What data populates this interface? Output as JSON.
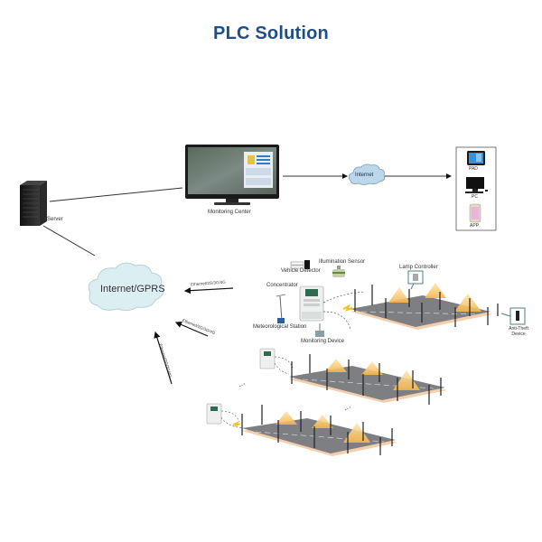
{
  "title": "PLC Solution",
  "nodes": {
    "server": {
      "label": "Server",
      "icon": "server-rack-icon"
    },
    "monitoring_center": {
      "label": "Monitoring Center",
      "icon": "monitor-icon"
    },
    "internet": {
      "label": "Internet",
      "icon": "cloud-icon"
    },
    "internet_gprs": {
      "label": "Internet/GPRS",
      "icon": "cloud-icon"
    },
    "clients": {
      "items": [
        {
          "label": "PAD",
          "icon": "tablet-icon"
        },
        {
          "label": "PC",
          "icon": "desktop-pc-icon"
        },
        {
          "label": "APP",
          "icon": "smartphone-icon"
        }
      ]
    },
    "concentrator": {
      "label": "Concentrator"
    },
    "vehicle_detector": {
      "label": "Vehicle Detector"
    },
    "illumination_sensor": {
      "label": "Illumination Sensor"
    },
    "meteorological_station": {
      "label": "Meteorological Station"
    },
    "monitoring_device": {
      "label": "Monitoring Device"
    },
    "lamp_controller": {
      "label": "Lamp Controller"
    },
    "anti_theft_device": {
      "label": "Anti-Theft Device",
      "line1": "Anti-Theft",
      "line2": "Device"
    }
  },
  "links": [
    {
      "label": "Ethernet/2G/3G/4G"
    },
    {
      "label": "Ethernet/2G/3G/4G"
    },
    {
      "label": "Ethernet/2G/3G/4G"
    }
  ],
  "ellipsis": "..."
}
